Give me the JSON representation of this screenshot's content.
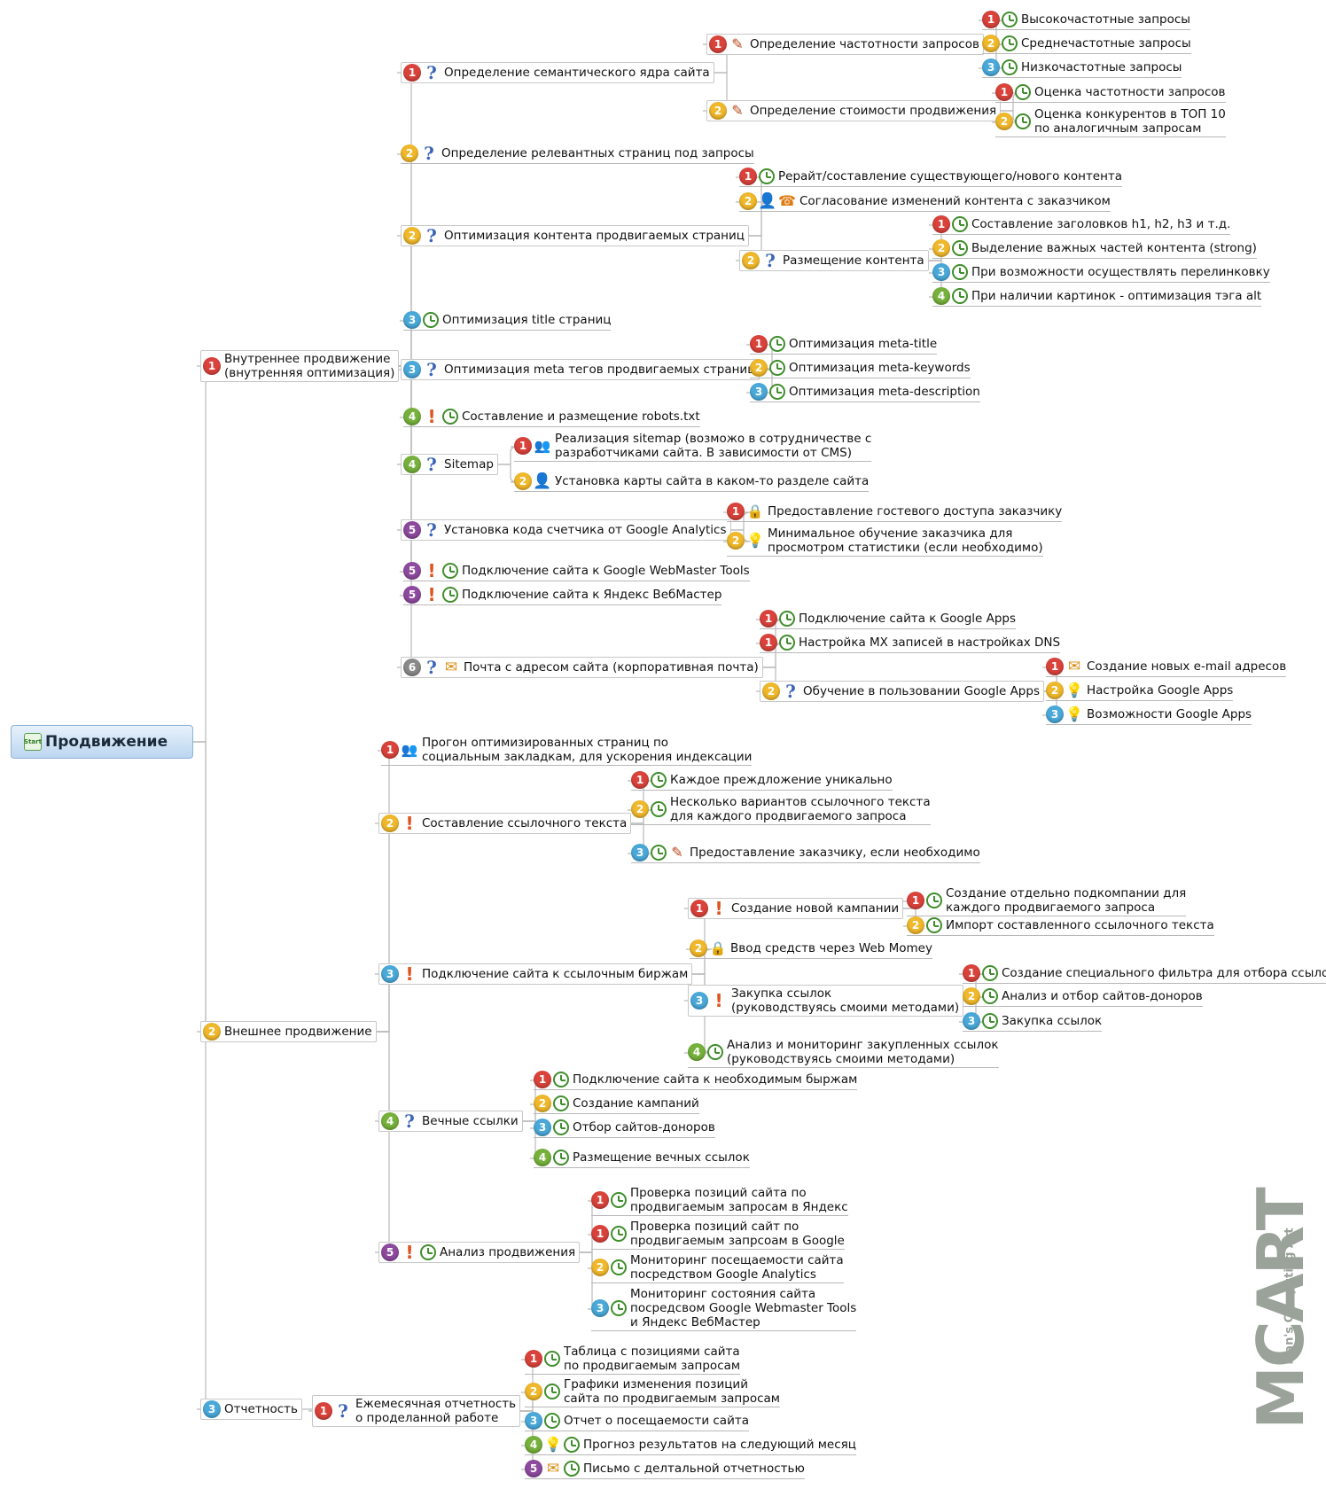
{
  "root": {
    "label": "Продвижение",
    "start_badge": "Start"
  },
  "nodes": [
    {
      "id": "n1",
      "label": "Внутреннее продвижение\n(внутренняя оптимизация)",
      "icons": [
        "p1"
      ]
    },
    {
      "id": "n1_1",
      "label": "Определение семантического ядра сайта",
      "icons": [
        "p1",
        "q"
      ]
    },
    {
      "id": "n1_1_1",
      "label": "Определение частотности запросов",
      "icons": [
        "p1",
        "note"
      ]
    },
    {
      "id": "n1_1_1_1",
      "label": "Высокочастотные запросы",
      "icons": [
        "p1",
        "clock"
      ]
    },
    {
      "id": "n1_1_1_2",
      "label": "Среднечастотные запросы",
      "icons": [
        "p2",
        "clock"
      ]
    },
    {
      "id": "n1_1_1_3",
      "label": "Низкочастотные запросы",
      "icons": [
        "p3",
        "clock"
      ]
    },
    {
      "id": "n1_1_2",
      "label": "Определение стоимости продвижения",
      "icons": [
        "p2",
        "note"
      ]
    },
    {
      "id": "n1_1_2_1",
      "label": "Оценка частотности запросов",
      "icons": [
        "p1",
        "clock"
      ]
    },
    {
      "id": "n1_1_2_2",
      "label": "Оценка конкурентов в ТОП 10\nпо аналогичным запросам",
      "icons": [
        "p2",
        "clock"
      ]
    },
    {
      "id": "n1_2",
      "label": "Определение релевантных страниц под запросы",
      "icons": [
        "p2",
        "q"
      ]
    },
    {
      "id": "n1_3",
      "label": "Оптимизация контента продвигаемых страниц",
      "icons": [
        "p2",
        "q"
      ]
    },
    {
      "id": "n1_3_1",
      "label": "Рерайт/составление существующего/нового контента",
      "icons": [
        "p1",
        "clock"
      ]
    },
    {
      "id": "n1_3_2",
      "label": "Согласование изменений контента с заказчиком",
      "icons": [
        "p2",
        "person",
        "phone"
      ]
    },
    {
      "id": "n1_3_3",
      "label": "Размещение контента",
      "icons": [
        "p2",
        "q"
      ]
    },
    {
      "id": "n1_3_3_1",
      "label": "Составление заголовков h1, h2, h3 и т.д.",
      "icons": [
        "p1",
        "clock"
      ]
    },
    {
      "id": "n1_3_3_2",
      "label": "Выделение важных частей контента (strong)",
      "icons": [
        "p2",
        "clock"
      ]
    },
    {
      "id": "n1_3_3_3",
      "label": "При возможности осуществлять перелинковку",
      "icons": [
        "p3",
        "clock"
      ]
    },
    {
      "id": "n1_3_3_4",
      "label": "При наличии картинок - оптимизация тэга alt",
      "icons": [
        "p4",
        "clock"
      ]
    },
    {
      "id": "n1_4",
      "label": "Оптимизация title страниц",
      "icons": [
        "p3",
        "clock"
      ]
    },
    {
      "id": "n1_5",
      "label": "Оптимизация meta тегов продвигаемых страниц",
      "icons": [
        "p3",
        "q"
      ]
    },
    {
      "id": "n1_5_1",
      "label": "Оптимизация meta-title",
      "icons": [
        "p1",
        "clock"
      ]
    },
    {
      "id": "n1_5_2",
      "label": "Оптимизация meta-keywords",
      "icons": [
        "p2",
        "clock"
      ]
    },
    {
      "id": "n1_5_3",
      "label": "Оптимизация meta-description",
      "icons": [
        "p3",
        "clock"
      ]
    },
    {
      "id": "n1_6",
      "label": "Составление и размещение robots.txt",
      "icons": [
        "p4",
        "ex",
        "clock"
      ]
    },
    {
      "id": "n1_7",
      "label": "Sitemap",
      "icons": [
        "p4",
        "q"
      ]
    },
    {
      "id": "n1_7_1",
      "label": "Реализация sitemap (возможо в сотрудничестве с\nразработчиками сайта. В зависимости от CMS)",
      "icons": [
        "p1",
        "people"
      ]
    },
    {
      "id": "n1_7_2",
      "label": "Установка карты сайта в каком-то разделе сайта",
      "icons": [
        "p2",
        "person"
      ]
    },
    {
      "id": "n1_8",
      "label": "Установка кода счетчика от Google Analytics",
      "icons": [
        "p5",
        "q"
      ]
    },
    {
      "id": "n1_8_1",
      "label": "Предоставление гостевого доступа заказчику",
      "icons": [
        "p1",
        "lock"
      ]
    },
    {
      "id": "n1_8_2",
      "label": "Минимальное обучение заказчика для\nпросмотром статистики (если необходимо)",
      "icons": [
        "p2",
        "bulb"
      ]
    },
    {
      "id": "n1_9",
      "label": "Подключение сайта к Google WebMaster Tools",
      "icons": [
        "p5",
        "ex",
        "clock"
      ]
    },
    {
      "id": "n1_10",
      "label": "Подключение сайта к Яндекс ВебМастер",
      "icons": [
        "p5",
        "ex",
        "clock"
      ]
    },
    {
      "id": "n1_11",
      "label": "Почта с адресом сайта (корпоративная почта)",
      "icons": [
        "p6",
        "q",
        "mail"
      ]
    },
    {
      "id": "n1_11_1",
      "label": "Подключение сайта к Google Apps",
      "icons": [
        "p1",
        "clock"
      ]
    },
    {
      "id": "n1_11_2",
      "label": "Настройка MX записей в настройках DNS",
      "icons": [
        "p1",
        "clock"
      ]
    },
    {
      "id": "n1_11_3",
      "label": "Обучение в пользовании Google Apps",
      "icons": [
        "p2",
        "q"
      ]
    },
    {
      "id": "n1_11_3_1",
      "label": "Создание новых e-mail адресов",
      "icons": [
        "p1",
        "mail"
      ]
    },
    {
      "id": "n1_11_3_2",
      "label": "Настройка Google Apps",
      "icons": [
        "p2",
        "bulb"
      ]
    },
    {
      "id": "n1_11_3_3",
      "label": "Возможности Google Apps",
      "icons": [
        "p3",
        "bulb"
      ]
    },
    {
      "id": "n2",
      "label": "Внешнее продвижение",
      "icons": [
        "p2"
      ]
    },
    {
      "id": "n2_1",
      "label": "Прогон оптимизированных страниц по\nсоциальным закладкам, для ускорения индексации",
      "icons": [
        "p1",
        "people"
      ]
    },
    {
      "id": "n2_2",
      "label": "Составление ссылочного текста",
      "icons": [
        "p2",
        "ex"
      ]
    },
    {
      "id": "n2_2_1",
      "label": "Каждое преждложение уникально",
      "icons": [
        "p1",
        "clock"
      ]
    },
    {
      "id": "n2_2_2",
      "label": "Несколько вариантов ссылочного текста\nдля каждого продвигаемого запроса",
      "icons": [
        "p2",
        "clock"
      ]
    },
    {
      "id": "n2_2_3",
      "label": "Предоставление заказчику, если необходимо",
      "icons": [
        "p3",
        "clock",
        "note"
      ]
    },
    {
      "id": "n2_3",
      "label": "Подключение сайта к ссылочным биржам",
      "icons": [
        "p3",
        "ex"
      ]
    },
    {
      "id": "n2_3_1",
      "label": "Создание новой кампании",
      "icons": [
        "p1",
        "ex"
      ]
    },
    {
      "id": "n2_3_1_1",
      "label": "Создание отдельно подкомпании для\nкаждого продвигаемого запроса",
      "icons": [
        "p1",
        "clock"
      ]
    },
    {
      "id": "n2_3_1_2",
      "label": "Импорт составленного ссылочного текста",
      "icons": [
        "p2",
        "clock"
      ]
    },
    {
      "id": "n2_3_2",
      "label": "Ввод средств через Web Momey",
      "icons": [
        "p2",
        "lock"
      ]
    },
    {
      "id": "n2_3_3",
      "label": "Закупка ссылок\n(руководствуясь смоими методами)",
      "icons": [
        "p3",
        "ex"
      ]
    },
    {
      "id": "n2_3_3_1",
      "label": "Создание специального фильтра для отбора ссылок",
      "icons": [
        "p1",
        "clock"
      ]
    },
    {
      "id": "n2_3_3_2",
      "label": "Анализ и отбор сайтов-доноров",
      "icons": [
        "p2",
        "clock"
      ]
    },
    {
      "id": "n2_3_3_3",
      "label": "Закупка ссылок",
      "icons": [
        "p3",
        "clock"
      ]
    },
    {
      "id": "n2_3_4",
      "label": "Анализ и мониторинг закупленных ссылок\n(руководствуясь смоими методами)",
      "icons": [
        "p4",
        "clock"
      ]
    },
    {
      "id": "n2_4",
      "label": "Вечные ссылки",
      "icons": [
        "p4",
        "q"
      ]
    },
    {
      "id": "n2_4_1",
      "label": "Подключение сайта к необходимым быржам",
      "icons": [
        "p1",
        "clock"
      ]
    },
    {
      "id": "n2_4_2",
      "label": "Создание кампаний",
      "icons": [
        "p2",
        "clock"
      ]
    },
    {
      "id": "n2_4_3",
      "label": "Отбор сайтов-доноров",
      "icons": [
        "p3",
        "clock"
      ]
    },
    {
      "id": "n2_4_4",
      "label": "Размещение вечных ссылок",
      "icons": [
        "p4",
        "clock"
      ]
    },
    {
      "id": "n2_5",
      "label": "Анализ продвижения",
      "icons": [
        "p5",
        "ex",
        "clock"
      ]
    },
    {
      "id": "n2_5_1",
      "label": "Проверка позиций сайта по\nпродвигаемым запросам в Яндекс",
      "icons": [
        "p1",
        "clock"
      ]
    },
    {
      "id": "n2_5_2",
      "label": "Проверка позиций сайт по\nпродвигаемым запрсоам в Google",
      "icons": [
        "p1",
        "clock"
      ]
    },
    {
      "id": "n2_5_3",
      "label": "Мониторинг посещаемости сайта\nпосредством Google Analytics",
      "icons": [
        "p2",
        "clock"
      ]
    },
    {
      "id": "n2_5_4",
      "label": "Мониторинг состояния сайта\nпосредсвом Google Webmaster Tools\nи Яндекс ВебМастер",
      "icons": [
        "p3",
        "clock"
      ]
    },
    {
      "id": "n3",
      "label": "Отчетность",
      "icons": [
        "p3"
      ]
    },
    {
      "id": "n3_1",
      "label": "Ежемесячная отчетность\nо проделанной работе",
      "icons": [
        "p1",
        "q"
      ]
    },
    {
      "id": "n3_1_1",
      "label": "Таблица с позициями сайта\nпо продвигаемым запросам",
      "icons": [
        "p1",
        "clock"
      ]
    },
    {
      "id": "n3_1_2",
      "label": "Графики изменения позиций\nсайта по продвигаемым запросам",
      "icons": [
        "p2",
        "clock"
      ]
    },
    {
      "id": "n3_1_3",
      "label": "Отчет о посещаемости сайта",
      "icons": [
        "p3",
        "clock"
      ]
    },
    {
      "id": "n3_1_4",
      "label": "Прогноз результатов на следующий месяц",
      "icons": [
        "p4",
        "bulb",
        "clock"
      ]
    },
    {
      "id": "n3_1_5",
      "label": "Письмо с делтальной отчетностью",
      "icons": [
        "p5",
        "mail",
        "clock"
      ]
    }
  ],
  "watermark": {
    "main": "MCART",
    "sub": "Man's Computing Art"
  }
}
